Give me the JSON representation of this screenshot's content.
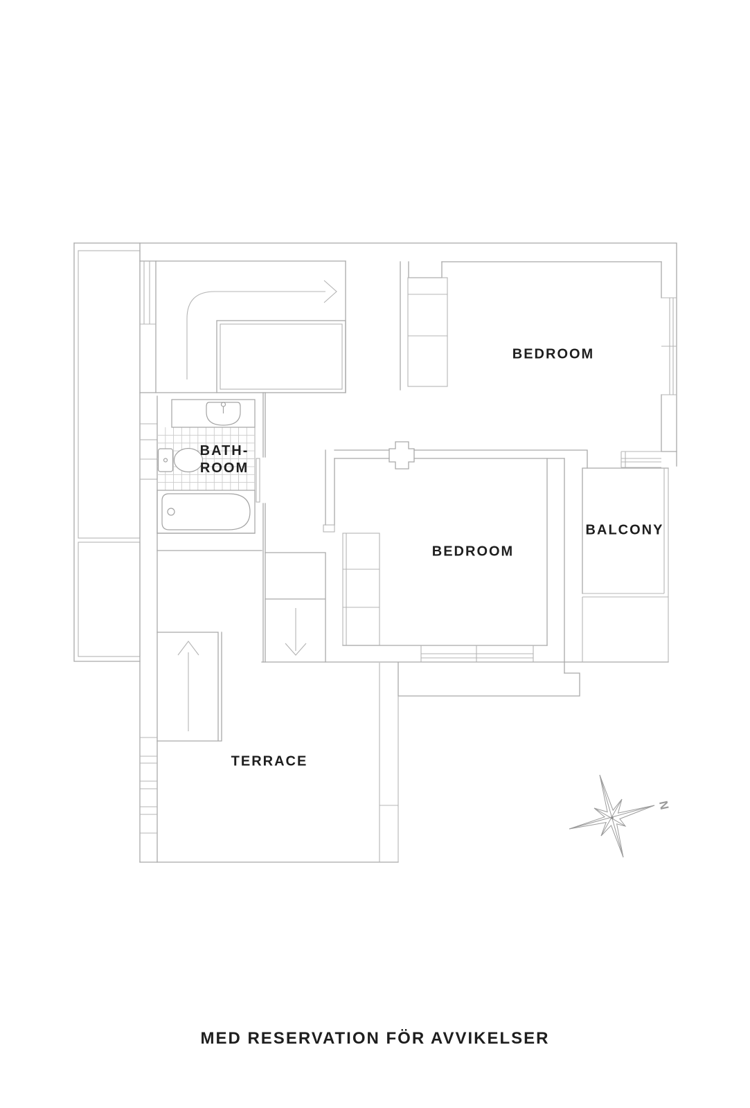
{
  "page": {
    "background": "#ffffff"
  },
  "plan": {
    "rooms": [
      {
        "id": "bedroom-top",
        "label": "BEDROOM"
      },
      {
        "id": "bedroom-middle",
        "label": "BEDROOM"
      },
      {
        "id": "bathroom",
        "label_line1": "BATH-",
        "label_line2": "ROOM"
      },
      {
        "id": "balcony",
        "label": "BALCONY"
      },
      {
        "id": "terrace",
        "label": "TERRACE"
      }
    ],
    "compass": {
      "north_label": "N"
    },
    "footer": {
      "disclaimer": "MED RESERVATION FÖR AVVIKELSER"
    },
    "colors": {
      "wall_line": "#a9a9a9",
      "tile_line": "#cccccc",
      "label_text": "#1e1e1e",
      "compass_line": "#9b9b9b"
    }
  }
}
